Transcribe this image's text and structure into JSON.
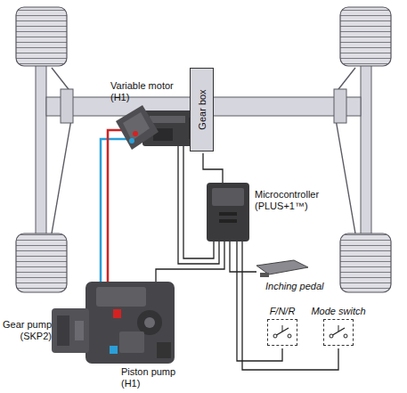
{
  "diagram": {
    "nodes": [
      {
        "text": [
          "Gear box"
        ]
      },
      {
        "text": [
          "F/N/R"
        ]
      },
      {
        "text": [
          "Mode switch"
        ]
      }
    ],
    "labels": [
      "Variable motor (H1)",
      "Microcontroller (PLUS+1™)",
      "Inching pedal",
      "Gear pump (SKP2)",
      "Piston pump (H1)"
    ]
  }
}
